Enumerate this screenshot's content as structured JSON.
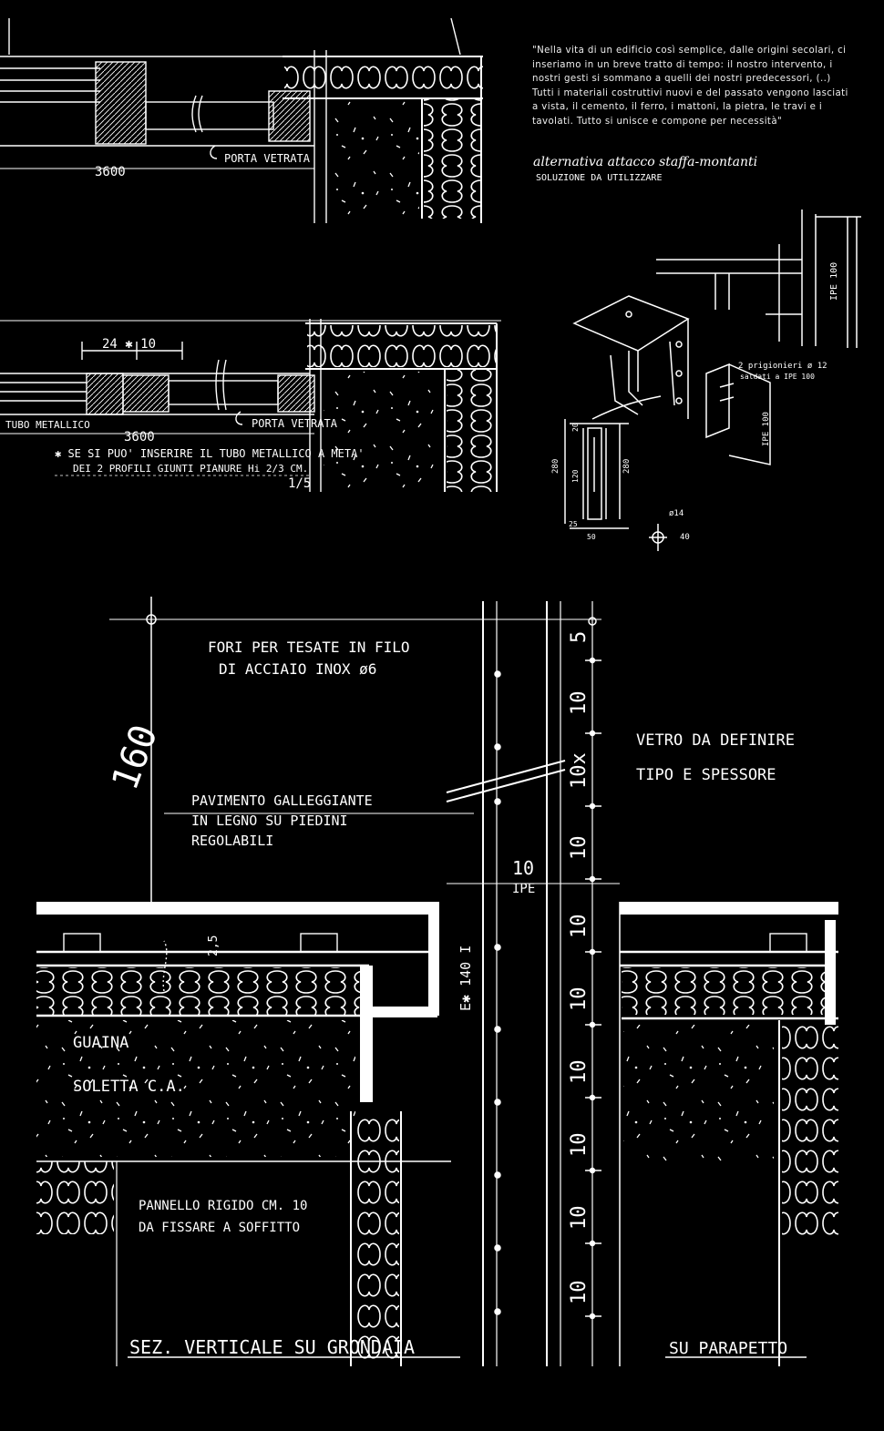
{
  "quote": "\"Nella vita di un edificio così semplice, dalle origini secolari, ci inseriamo in un breve tratto di tempo: il nostro intervento, i nostri gesti si sommano a quelli dei nostri predecessori, (..) Tutti i materiali costruttivi nuovi e del passato vengono lasciati a vista, il cemento, il ferro, i mattoni, la pietra, le travi e i tavolati. Tutto si unisce e compone per necessità\"",
  "sketch_top": {
    "alternative_title": "alternativa attacco staffa-montanti",
    "alternative_subtitle": "SOLUZIONE DA UTILIZZARE",
    "ipe_label_1": "IPE 100",
    "ipe_label_2": "IPE 100",
    "bolts_note": "2 prigionieri ø 12",
    "bolts_note_2": "saldati a IPE 100",
    "dim_280_a": "280",
    "dim_280_b": "280",
    "dim_120": "120",
    "dim_20": "20",
    "dim_40": "40",
    "dim_50": "50",
    "dim_25": "25",
    "dim_d14": "ø14"
  },
  "plan_top": {
    "dim_3600": "3600",
    "door_label": "PORTA VETRATA"
  },
  "plan_mid": {
    "dims": "24 ✱ 10",
    "dim_3600": "3600",
    "door_label": "PORTA VETRATA",
    "tube_label": "TUBO METALLICO",
    "note_line1": "✱ SE SI PUO' INSERIRE IL TUBO METALLICO A META'",
    "note_line2": "DEI 2 PROFILI GIUNTI PIANURE Hi 2/3 CM.",
    "scale": "1/5"
  },
  "section": {
    "holes_line1": "FORI PER TESATE IN FILO",
    "holes_line2": "DI ACCIAIO INOX ø6",
    "floor_line1": "PAVIMENTO GALLEGGIANTE",
    "floor_line2": "IN LEGNO SU PIEDINI",
    "floor_line3": "REGOLABILI",
    "glass_line1": "VETRO DA DEFINIRE",
    "glass_line2": "TIPO E SPESSORE",
    "dim_160": "160",
    "dim_5": "5",
    "dim_10": "10",
    "dim_10x": "10x",
    "ipe_tag": "10",
    "ipe_tag2": "IPE",
    "ipe_vertical": "E✱ 140 I",
    "dim_25": "2,5",
    "sheath": "GUAINA",
    "slab": "SOLETTA C.A.",
    "panel_line1": "PANNELLO RIGIDO CM. 10",
    "panel_line2": "DA FISSARE A SOFFITTO",
    "title_left": "SEZ. VERTICALE SU GRONDAIA",
    "title_right": "SU PARAPETTO"
  }
}
